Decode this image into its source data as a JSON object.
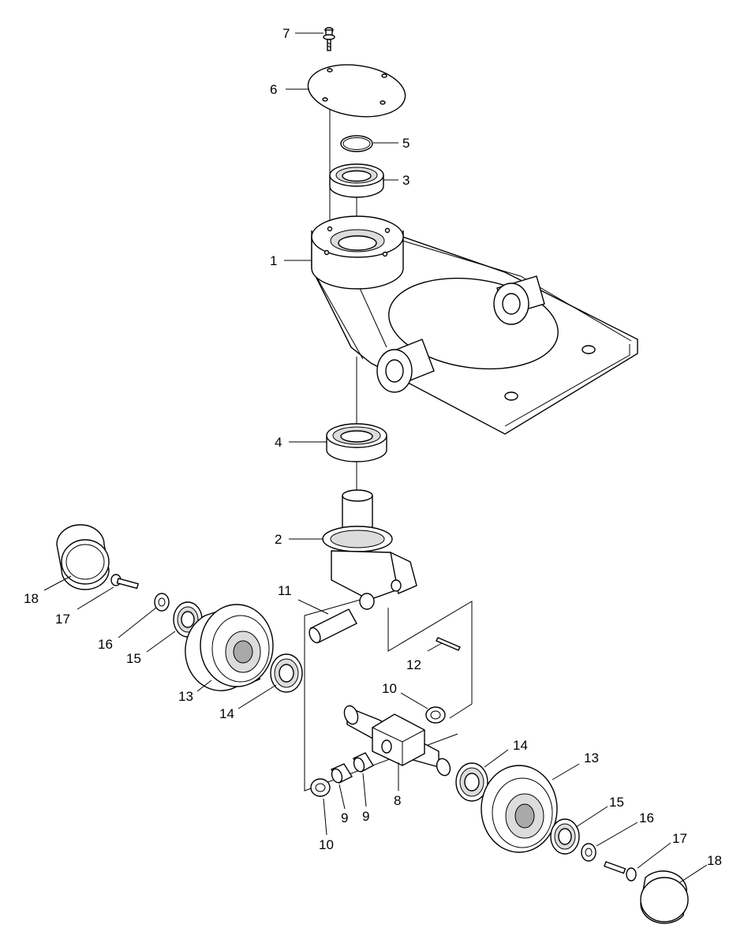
{
  "callouts": [
    {
      "id": "c7",
      "label": "7"
    },
    {
      "id": "c6",
      "label": "6"
    },
    {
      "id": "c5",
      "label": "5"
    },
    {
      "id": "c3",
      "label": "3"
    },
    {
      "id": "c1",
      "label": "1"
    },
    {
      "id": "c4",
      "label": "4"
    },
    {
      "id": "c2",
      "label": "2"
    },
    {
      "id": "c11",
      "label": "11"
    },
    {
      "id": "c12",
      "label": "12"
    },
    {
      "id": "c18a",
      "label": "18"
    },
    {
      "id": "c17a",
      "label": "17"
    },
    {
      "id": "c16a",
      "label": "16"
    },
    {
      "id": "c15a",
      "label": "15"
    },
    {
      "id": "c13a",
      "label": "13"
    },
    {
      "id": "c14a",
      "label": "14"
    },
    {
      "id": "c10a",
      "label": "10"
    },
    {
      "id": "c14b",
      "label": "14"
    },
    {
      "id": "c13b",
      "label": "13"
    },
    {
      "id": "c15b",
      "label": "15"
    },
    {
      "id": "c16b",
      "label": "16"
    },
    {
      "id": "c17b",
      "label": "17"
    },
    {
      "id": "c18b",
      "label": "18"
    },
    {
      "id": "c10b",
      "label": "10"
    },
    {
      "id": "c9a",
      "label": "9"
    },
    {
      "id": "c9b",
      "label": "9"
    },
    {
      "id": "c8",
      "label": "8"
    }
  ]
}
